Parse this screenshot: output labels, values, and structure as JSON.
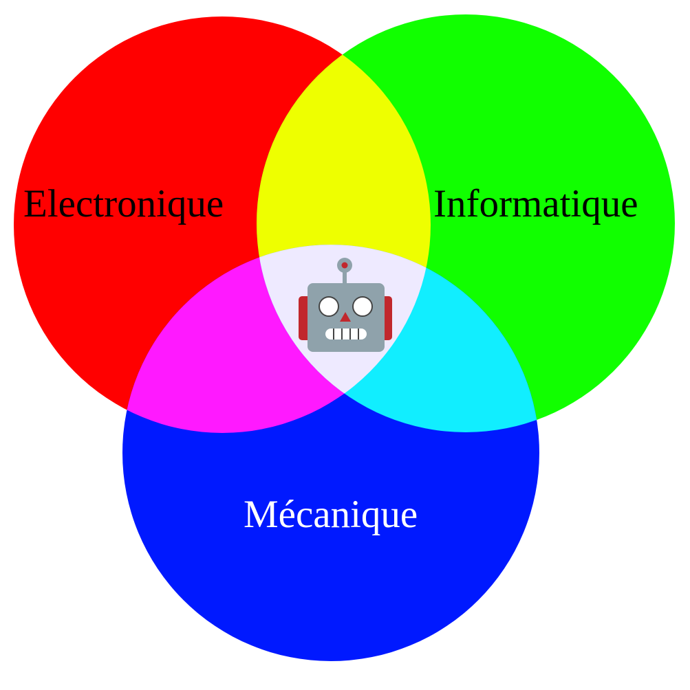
{
  "diagram": {
    "type": "venn",
    "sets": [
      {
        "id": "electronique",
        "label": "Electronique",
        "color": "#ff0000",
        "text_color": "#000000"
      },
      {
        "id": "informatique",
        "label": "Informatique",
        "color": "#11ff00",
        "text_color": "#000000"
      },
      {
        "id": "mecanique",
        "label": "Mécanique",
        "color": "#0019ff",
        "text_color": "#ffffff"
      }
    ],
    "intersections": [
      {
        "sets": [
          "electronique",
          "informatique"
        ],
        "color": "#eeff00"
      },
      {
        "sets": [
          "electronique",
          "mecanique"
        ],
        "color": "#ff19ff"
      },
      {
        "sets": [
          "informatique",
          "mecanique"
        ],
        "color": "#11eeff"
      },
      {
        "sets": [
          "electronique",
          "informatique",
          "mecanique"
        ],
        "color": "#eeeaff",
        "icon": "robot-icon"
      }
    ]
  }
}
